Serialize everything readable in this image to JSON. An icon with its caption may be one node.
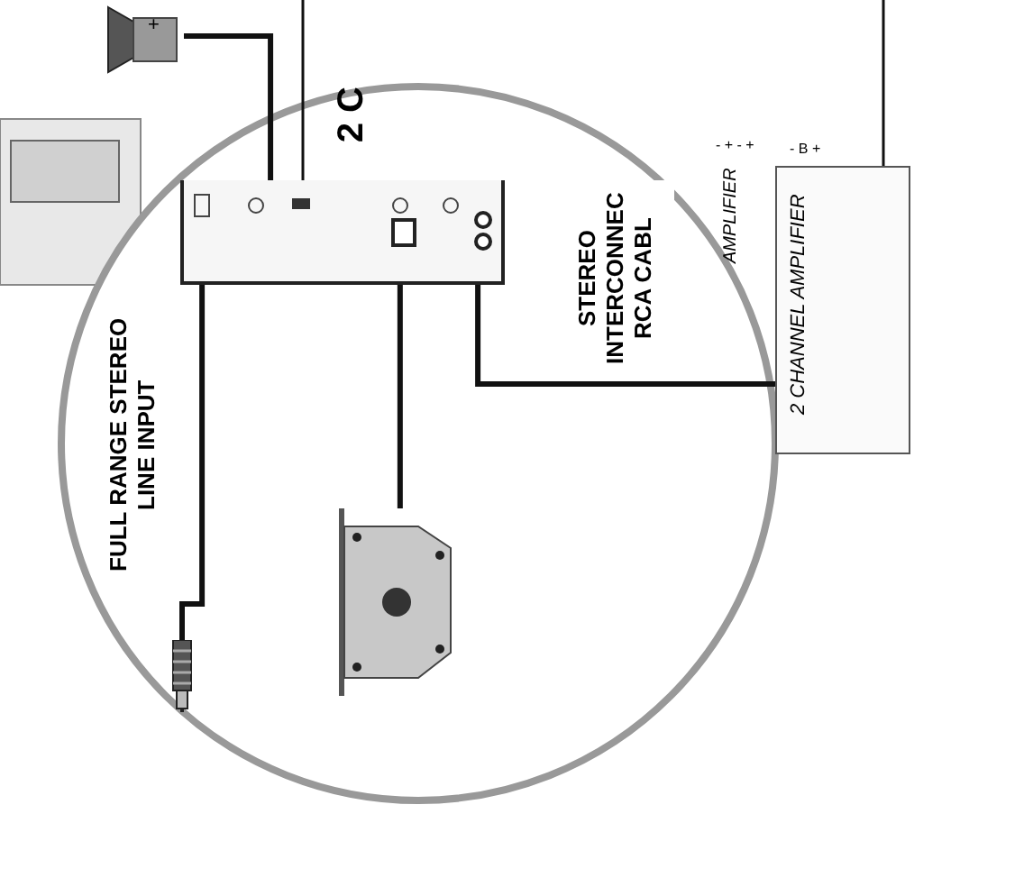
{
  "diagram": {
    "nodes": [
      {
        "text": [
          "2 C"
        ]
      },
      {
        "text": [],
        "shape": "picture"
      },
      {
        "text": [],
        "shape": "picture"
      },
      {
        "text": [
          "2 CHANNEL AMPLIFIER"
        ]
      },
      {
        "text": [
          "+"
        ]
      }
    ],
    "edges": [
      {
        "from": 1,
        "to": 0,
        "arrow": "none",
        "label": "FULL RANGE STEREO LINE INPUT"
      },
      {
        "from": 2,
        "to": 0,
        "arrow": "none"
      },
      {
        "from": 0,
        "to": 3,
        "arrow": "none",
        "label": "STEREO INTERCONNEC RCA CABL"
      },
      {
        "from": 4,
        "to": 0,
        "arrow": "none"
      },
      {
        "from": null,
        "to": 0,
        "arrow": "none"
      },
      {
        "from": null,
        "to": 3,
        "arrow": "none"
      }
    ],
    "labels": [
      "AMPLIFIER",
      "- + - +",
      "- B +"
    ]
  }
}
